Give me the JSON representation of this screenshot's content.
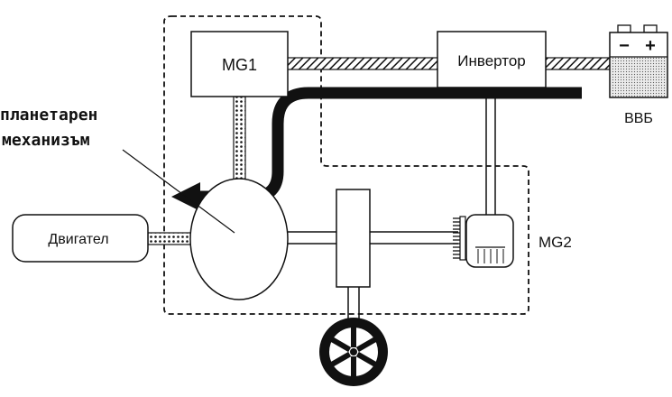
{
  "labels": {
    "mg1": "MG1",
    "inverter": "Инвертор",
    "battery": "ВВБ",
    "battery_minus": "−",
    "battery_plus": "+",
    "planetary_line1": "планетарен",
    "planetary_line2": "механизъм",
    "engine": "Двигател",
    "mg2": "MG2"
  },
  "colors": {
    "line": "#111111",
    "background": "#ffffff",
    "battery_fill": "#d9d9d9"
  }
}
